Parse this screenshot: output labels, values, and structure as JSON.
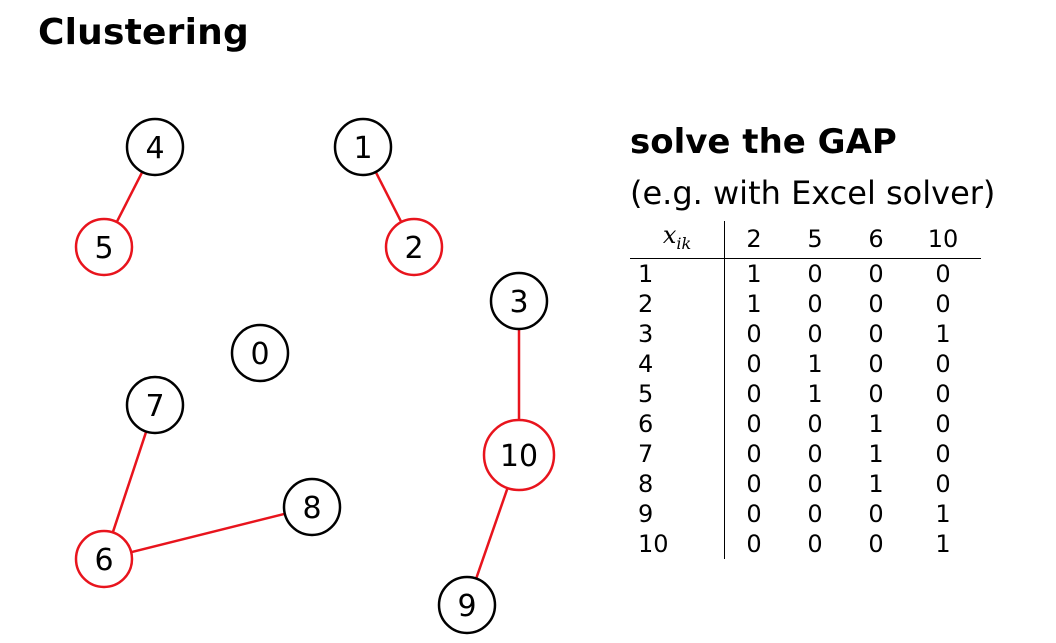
{
  "title": "Clustering",
  "graph": {
    "nodes": [
      {
        "label": "4",
        "selected": false
      },
      {
        "label": "1",
        "selected": false
      },
      {
        "label": "5",
        "selected": true
      },
      {
        "label": "2",
        "selected": true
      },
      {
        "label": "3",
        "selected": false
      },
      {
        "label": "0",
        "selected": false
      },
      {
        "label": "7",
        "selected": false
      },
      {
        "label": "10",
        "selected": true
      },
      {
        "label": "8",
        "selected": false
      },
      {
        "label": "6",
        "selected": true
      },
      {
        "label": "9",
        "selected": false
      }
    ],
    "edges": [
      [
        "4",
        "5"
      ],
      [
        "1",
        "2"
      ],
      [
        "3",
        "10"
      ],
      [
        "7",
        "6"
      ],
      [
        "6",
        "8"
      ],
      [
        "10",
        "9"
      ]
    ],
    "colors": {
      "selected": "#e8141d",
      "default": "#000000"
    }
  },
  "panel": {
    "heading": "solve the GAP",
    "subheading": "(e.g. with Excel solver)"
  },
  "table": {
    "corner_base": "x",
    "corner_sub": "ik",
    "columns": [
      "2",
      "5",
      "6",
      "10"
    ],
    "rows": [
      {
        "label": "1",
        "values": [
          "1",
          "0",
          "0",
          "0"
        ]
      },
      {
        "label": "2",
        "values": [
          "1",
          "0",
          "0",
          "0"
        ]
      },
      {
        "label": "3",
        "values": [
          "0",
          "0",
          "0",
          "1"
        ]
      },
      {
        "label": "4",
        "values": [
          "0",
          "1",
          "0",
          "0"
        ]
      },
      {
        "label": "5",
        "values": [
          "0",
          "1",
          "0",
          "0"
        ]
      },
      {
        "label": "6",
        "values": [
          "0",
          "0",
          "1",
          "0"
        ]
      },
      {
        "label": "7",
        "values": [
          "0",
          "0",
          "1",
          "0"
        ]
      },
      {
        "label": "8",
        "values": [
          "0",
          "0",
          "1",
          "0"
        ]
      },
      {
        "label": "9",
        "values": [
          "0",
          "0",
          "0",
          "1"
        ]
      },
      {
        "label": "10",
        "values": [
          "0",
          "0",
          "0",
          "1"
        ]
      }
    ]
  }
}
